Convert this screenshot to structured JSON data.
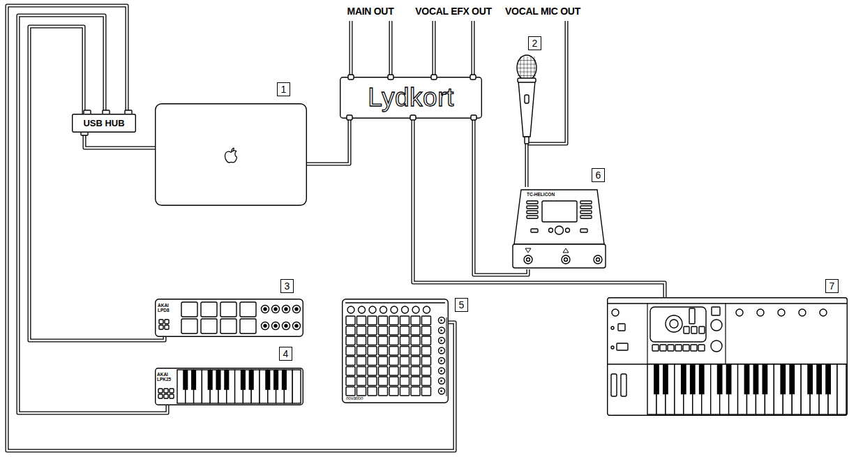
{
  "diagram": {
    "nodes": [
      {
        "text": [
          "USB HUB"
        ]
      },
      {
        "text": [
          "1"
        ]
      },
      {
        "text": [
          "Lydkort"
        ]
      },
      {
        "text": [
          "2"
        ]
      },
      {
        "text": [
          "3",
          "AKAI LPD8"
        ]
      },
      {
        "text": [
          "4",
          "AKAI LPK25"
        ]
      },
      {
        "text": [
          "5",
          "novation"
        ]
      },
      {
        "text": [
          "6",
          "TC-HELICON"
        ]
      },
      {
        "text": [
          "7"
        ]
      }
    ],
    "edges": [
      {
        "from": 0,
        "to": 1,
        "arrow": "none"
      },
      {
        "from": 1,
        "to": 2,
        "arrow": "none"
      },
      {
        "from": 0,
        "to": 4,
        "arrow": "none"
      },
      {
        "from": 0,
        "to": 5,
        "arrow": "none"
      },
      {
        "from": 0,
        "to": 6,
        "arrow": "none"
      },
      {
        "from": 2,
        "to": 8,
        "arrow": "none"
      },
      {
        "from": 2,
        "to": 7,
        "arrow": "none"
      },
      {
        "from": 3,
        "to": 7,
        "arrow": "none"
      }
    ],
    "labels": [
      "MAIN OUT",
      "VOCAL EFX OUT",
      "VOCAL MIC OUT"
    ]
  }
}
